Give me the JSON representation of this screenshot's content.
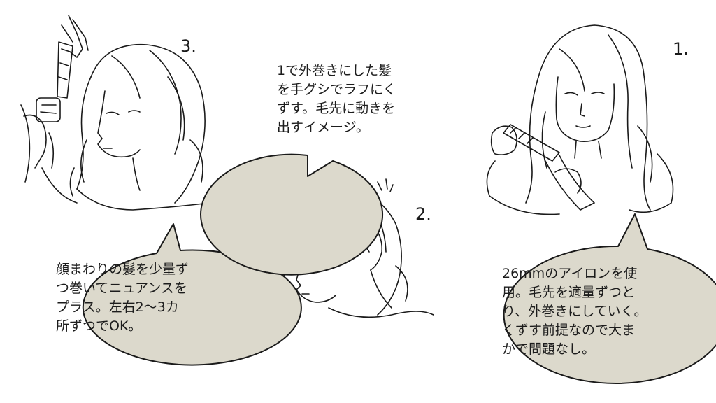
{
  "colors": {
    "bubble_fill": "#dcd9cc",
    "bubble_stroke": "#1a1a1a",
    "line": "#1a1a1a",
    "background": "#ffffff"
  },
  "steps": [
    {
      "number": "1.",
      "illustration": "woman-curling-hair-with-iron"
    },
    {
      "number": "2.",
      "illustration": "woman-tousling-hair-with-hand"
    },
    {
      "number": "3.",
      "illustration": "woman-curling-front-hair"
    }
  ],
  "bubbles": {
    "step1": {
      "lines": [
        "26mmのアイロンを使",
        "用。毛先を適量ずつと",
        "り、外巻きにしていく。",
        "くずす前提なので大ま",
        "かで問題なし。"
      ]
    },
    "step2": {
      "lines": [
        "1で外巻きにした髪",
        "を手グシでラフにく",
        "ずす。毛先に動きを",
        "出すイメージ。"
      ]
    },
    "step3": {
      "lines": [
        "顔まわりの髪を少量ず",
        "つ巻いてニュアンスを",
        "プラス。左右2〜3カ",
        "所ずつでOK。"
      ]
    }
  }
}
